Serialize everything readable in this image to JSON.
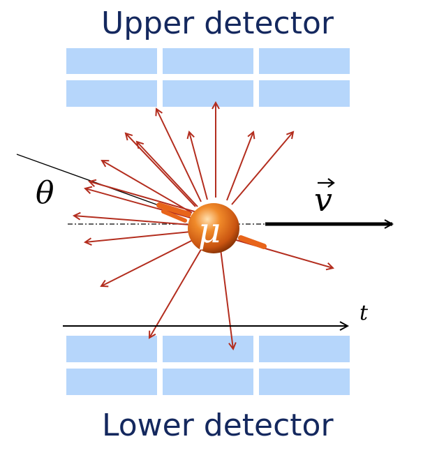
{
  "labels": {
    "upper_detector": "Upper detector",
    "lower_detector": "Lower detector",
    "angle": "θ",
    "velocity": "v",
    "time_axis": "t",
    "particle": "μ"
  },
  "colors": {
    "title_text": "#14285e",
    "detector_panel": "#b6d6fb",
    "emission_arrow": "#b32d1e",
    "muon_track": "#e8641a",
    "muon_ball": "#e2731c",
    "velocity_arrow": "#000000",
    "axis_line": "#000000"
  },
  "detectors": {
    "upper": {
      "rows": 2,
      "columns": 3
    },
    "lower": {
      "rows": 2,
      "columns": 3
    }
  },
  "emission_arrow_count": 16
}
